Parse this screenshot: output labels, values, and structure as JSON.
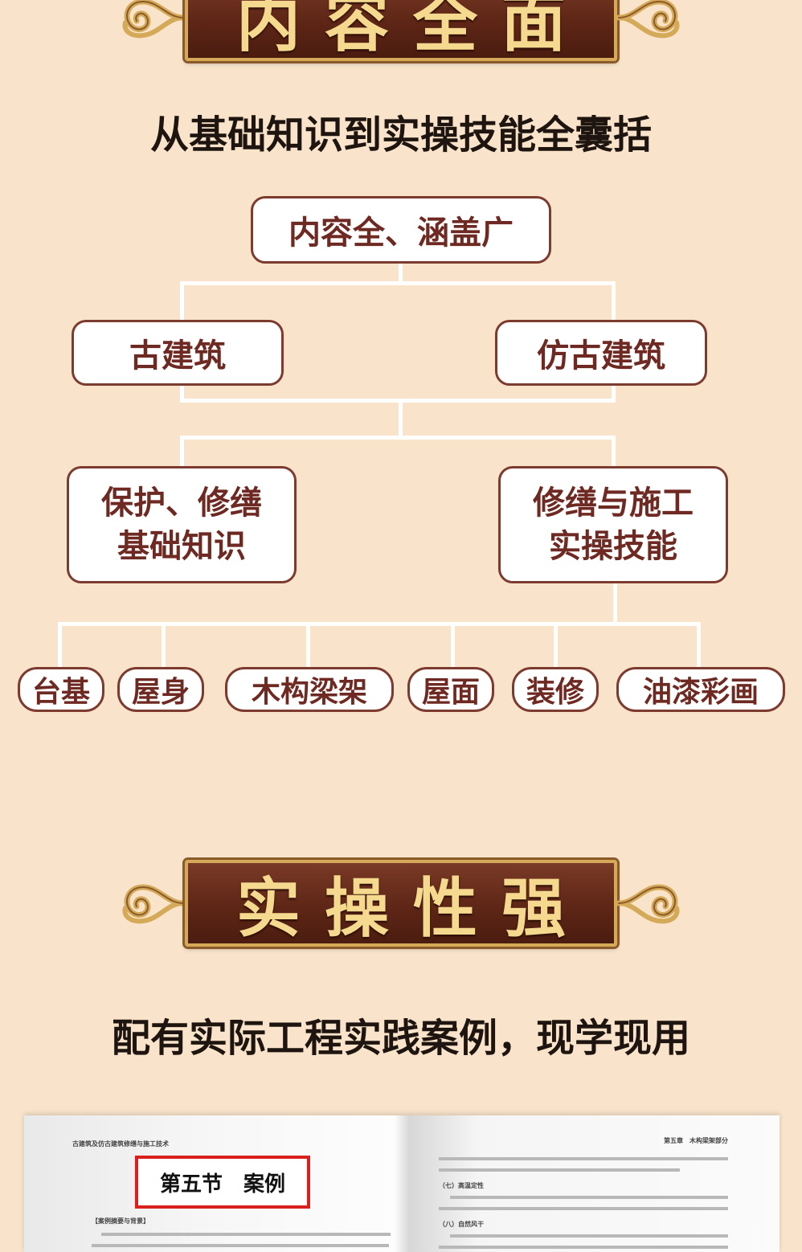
{
  "banner1": {
    "title": "内容全面"
  },
  "subtitle1": "从基础知识到实操技能全囊括",
  "tree": {
    "root": "内容全、涵盖广",
    "level1": [
      "古建筑",
      "仿古建筑"
    ],
    "level2": [
      {
        "line1": "保护、修缮",
        "line2": "基础知识"
      },
      {
        "line1": "修缮与施工",
        "line2": "实操技能"
      }
    ],
    "leaves": [
      "台基",
      "屋身",
      "木构梁架",
      "屋面",
      "装修",
      "油漆彩画"
    ]
  },
  "banner2": {
    "title": "实操性强"
  },
  "subtitle2": "配有实际工程实践案例，现学现用",
  "book": {
    "left_header": "古建筑及仿古建筑修缮与施工技术",
    "section_label": "第五节　案例",
    "left_heading": "【案例摘要与背景】",
    "right_header": "第五章　木构梁架部分",
    "right_item1": "（七）高温定性",
    "right_item2": "（八）自然风干"
  },
  "colors": {
    "background": "#f9e4cb",
    "banner": "#5e2616",
    "gold": "#f4d98e",
    "box_border": "#7d3b30",
    "box_text": "#6e2a22",
    "highlight": "#d9201c"
  }
}
